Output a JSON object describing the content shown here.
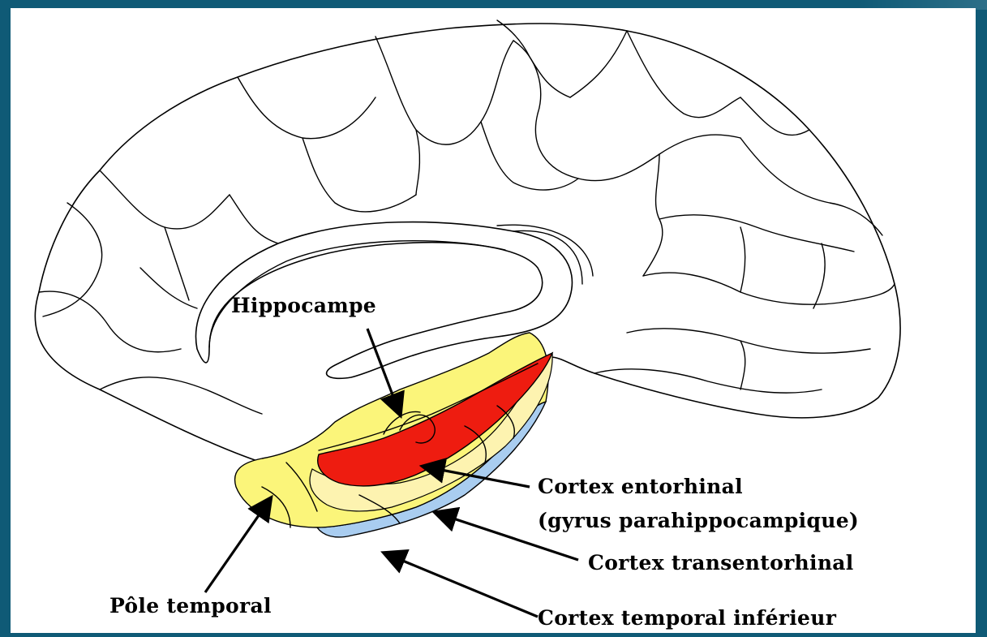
{
  "colors": {
    "background": "#0f5a76",
    "pole_temporal": "#fbf57a",
    "transentorhinal": "#fdf3b0",
    "entorhinal": "#ee1c10",
    "temporal_inferior": "#a9cdf0",
    "outline": "#000000"
  },
  "labels": {
    "hippocampe": "Hippocampe",
    "cortex_entorhinal_line1": "Cortex entorhinal",
    "cortex_entorhinal_line2": "(gyrus parahippocampique)",
    "cortex_transentorhinal": "Cortex transentorhinal",
    "pole_temporal": "Pôle temporal",
    "cortex_temporal_inferieur": "Cortex temporal inférieur"
  }
}
